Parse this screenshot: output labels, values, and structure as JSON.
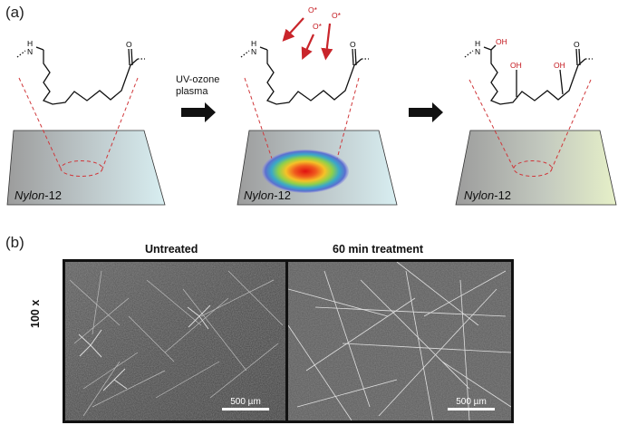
{
  "panels": {
    "a_label": "(a)",
    "b_label": "(b)"
  },
  "scheme": {
    "arrow_label_line1": "UV-ozone",
    "arrow_label_line2": "plasma",
    "substrate_label_italic": "Nylon",
    "substrate_label_suffix": "-12",
    "atoms": {
      "nh": "H",
      "n": "N",
      "o": "O",
      "oh": "OH",
      "oxygen_radical": "O*"
    }
  },
  "micrographs": {
    "col1_title": "Untreated",
    "col2_title": "60 min treatment",
    "row_label": "100 x",
    "scalebar_text": "500 µm"
  },
  "colors": {
    "dashed": "#d0373a",
    "oxygen_red": "#c4161c",
    "arrow_red": "#c9252b",
    "substrate_left": "#9e9e9e",
    "substrate_right_cyan": "#d7ecef",
    "substrate_right_green": "#e3efc9"
  }
}
